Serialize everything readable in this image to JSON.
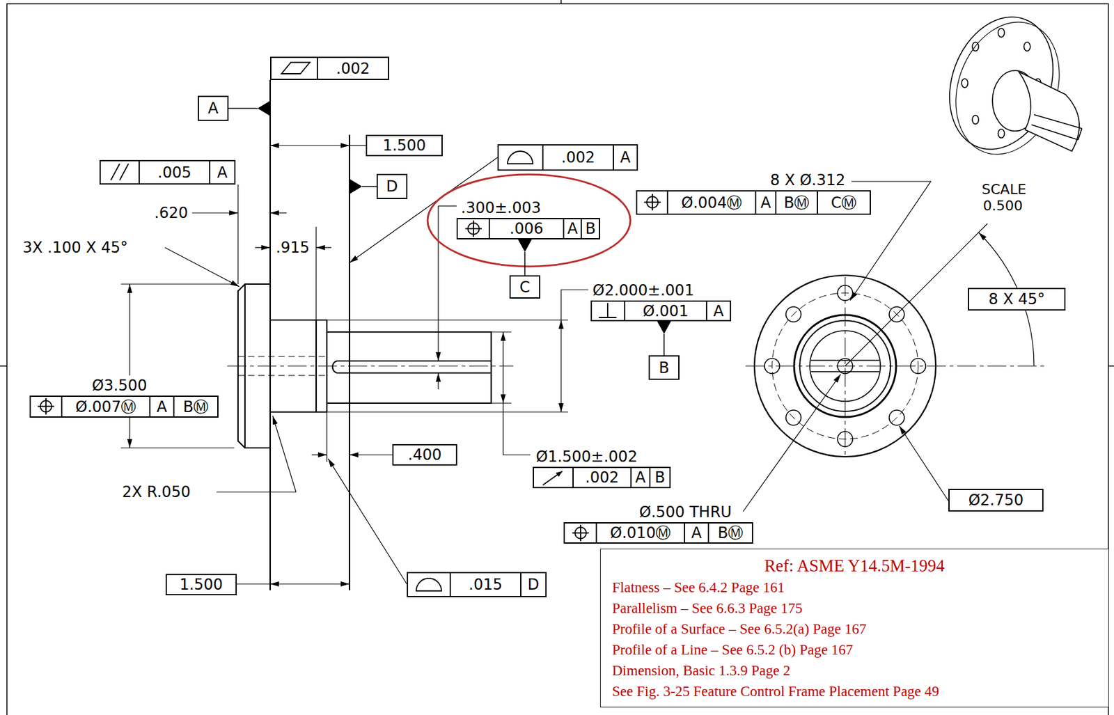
{
  "diagram": {
    "nodes": [
      {
        "text": [
          ".002"
        ]
      },
      {
        "text": [
          "A"
        ]
      },
      {
        "text": [
          "1.500"
        ]
      },
      {
        "text": [
          ".005",
          "A"
        ]
      },
      {
        "text": [
          "D"
        ]
      },
      {
        "text": [
          ".002",
          "A"
        ]
      },
      {
        "text": [
          ".300±.003",
          ".006",
          "A",
          "B"
        ]
      },
      {
        "text": [
          "C"
        ]
      },
      {
        "text": [
          "8 X Ø.312",
          "Ø.004Ⓜ",
          "A",
          "BⓂ",
          "CⓂ"
        ]
      },
      {
        "text": [
          "Ø2.000±.001",
          "Ø.001",
          "A"
        ]
      },
      {
        "text": [
          "B"
        ]
      },
      {
        "text": [
          "8 X 45°"
        ]
      },
      {
        "text": [
          "Ø3.500",
          "Ø.007Ⓜ",
          "A",
          "BⓂ"
        ]
      },
      {
        "text": [
          ".400"
        ]
      },
      {
        "text": [
          "Ø1.500±.002",
          ".002",
          "A",
          "B"
        ]
      },
      {
        "text": [
          "Ø2.750"
        ]
      },
      {
        "text": [
          "Ø.500 THRU",
          "Ø.010Ⓜ",
          "A",
          "BⓂ"
        ]
      },
      {
        "text": [
          "1.500"
        ]
      },
      {
        "text": [
          ".015",
          "D"
        ]
      },
      {
        "text": [
          "Ref: ASME Y14.5M-1994",
          "Flatness – See 6.4.2 Page 161",
          "Parallelism – See 6.6.3 Page 175",
          "Profile of a Surface – See 6.5.2(a) Page 167",
          "Profile of a Line – See 6.5.2 (b) Page 167",
          "Dimension, Basic 1.3.9 Page 2",
          "See Fig. 3-25 Feature Control Frame Placement Page 49"
        ]
      }
    ],
    "edges": [
      {
        "from": 6,
        "to": 7,
        "arrow": "none"
      },
      {
        "from": 9,
        "to": 10,
        "arrow": "none"
      }
    ],
    "labels": [
      ".620",
      "3X .100 X 45°",
      ".915",
      "2X R.050",
      "SCALE",
      "0.500"
    ]
  }
}
